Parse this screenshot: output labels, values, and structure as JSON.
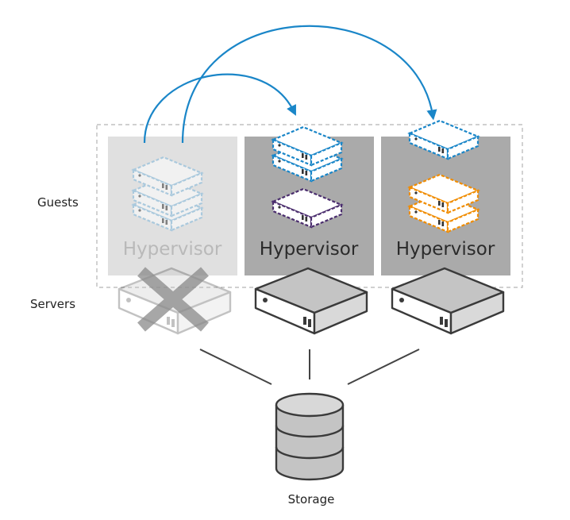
{
  "labels": {
    "guests": "Guests",
    "servers": "Servers",
    "storage": "Storage"
  },
  "hypervisors": [
    {
      "label": "Hypervisor",
      "state": "failed"
    },
    {
      "label": "Hypervisor",
      "state": "active"
    },
    {
      "label": "Hypervisor",
      "state": "active"
    }
  ],
  "colors": {
    "arrow": "#1a86c8",
    "guest_blue": "#1a86c8",
    "guest_purple": "#4b2e6e",
    "guest_orange": "#f08c00",
    "failed_guest": "#9ecae4",
    "hypervisor_active_bg": "#a9a9a9",
    "hypervisor_failed_bg": "#dcdcdc",
    "server_body": "#c9c9c9",
    "server_top": "#bfbfbf",
    "storage": "#bdbdbd",
    "cross": "#8a8a8a"
  }
}
